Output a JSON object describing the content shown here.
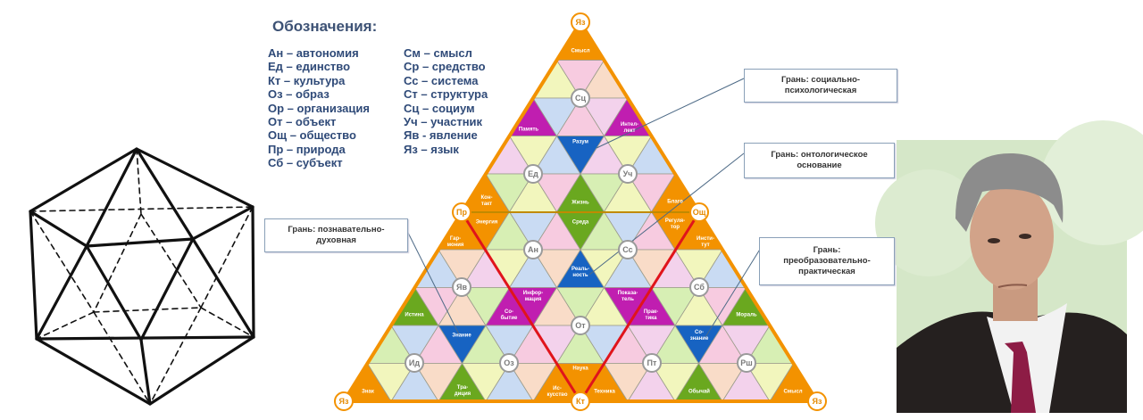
{
  "legend": {
    "title": "Обозначения:",
    "col1": [
      "Ан – автономия",
      "Ед – единство",
      "Кт – культура",
      "Оз – образ",
      "Ор – организация",
      "От – объект",
      "Ощ – общество",
      "Пр – природа",
      "Сб – субъект"
    ],
    "col2": [
      "См – смысл",
      "Ср – средство",
      "Сс – система",
      "Ст – структура",
      "Сц – социум",
      "Уч – участник",
      "Яв - явление",
      "Яз – язык"
    ]
  },
  "colors": {
    "orange": "#f39200",
    "purple": "#c01eb0",
    "blue": "#1763c2",
    "green": "#6aa81f",
    "red": "#e0141b"
  },
  "triangle": {
    "nodes": [
      "Яз",
      "Сц",
      "Ед",
      "Уч",
      "Пр",
      "Ощ",
      "Ан",
      "Сс",
      "Яв",
      "Сб",
      "От",
      "Ид",
      "Оз",
      "Пт",
      "Рш",
      "Яз",
      "Кт",
      "Яз"
    ],
    "cells": [
      {
        "text": "Смысл",
        "color": "orange"
      },
      {
        "text": "Память",
        "color": "purple"
      },
      {
        "text": "Интел-\nлект",
        "color": "purple"
      },
      {
        "text": "Разум",
        "color": "blue"
      },
      {
        "text": "Кон-\nтакт",
        "color": "orange"
      },
      {
        "text": "Жизнь",
        "color": "green"
      },
      {
        "text": "Благо",
        "color": "orange"
      },
      {
        "text": "Энергия",
        "color": "orange"
      },
      {
        "text": "Среда",
        "color": "green"
      },
      {
        "text": "Регуля-\nтор",
        "color": "orange"
      },
      {
        "text": "Гар-\nмония",
        "color": "orange"
      },
      {
        "text": "Инсти-\nтут",
        "color": "orange"
      },
      {
        "text": "Реаль-\nность",
        "color": "blue"
      },
      {
        "text": "Инфор-\nмация",
        "color": "purple"
      },
      {
        "text": "Со-\nбытие",
        "color": "purple"
      },
      {
        "text": "Показа-\nтель",
        "color": "purple"
      },
      {
        "text": "Прак-\nтика",
        "color": "purple"
      },
      {
        "text": "Истина",
        "color": "green"
      },
      {
        "text": "Мораль",
        "color": "green"
      },
      {
        "text": "Знание",
        "color": "blue"
      },
      {
        "text": "Со-\nзнание",
        "color": "blue"
      },
      {
        "text": "Знак",
        "color": "orange"
      },
      {
        "text": "Тра-\nдиция",
        "color": "green"
      },
      {
        "text": "Наука",
        "color": "orange"
      },
      {
        "text": "Ис-\nкусство",
        "color": "orange"
      },
      {
        "text": "Техника",
        "color": "orange"
      },
      {
        "text": "Обычай",
        "color": "green"
      },
      {
        "text": "Смысл",
        "color": "orange"
      }
    ]
  },
  "callouts": {
    "social": "Грань: социально-\nпсихологическая",
    "ontological": "Грань: онтологическое\nоснование",
    "cognitive": "Грань: познавательно-\nдуховная",
    "practical": "Грань:\nпреобразовательно-\nпрактическая"
  }
}
